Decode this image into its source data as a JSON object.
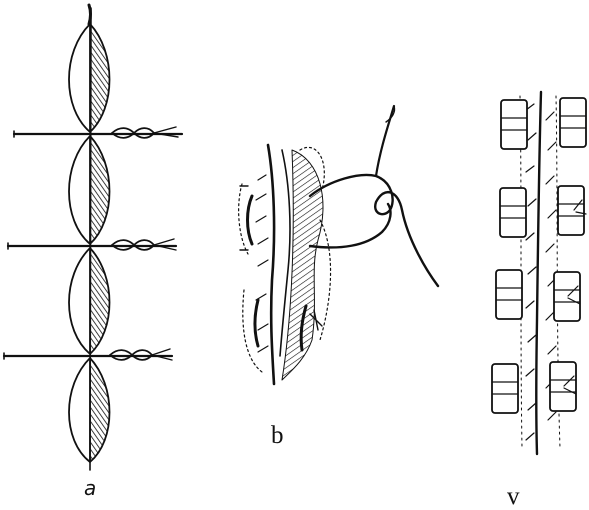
{
  "panels": [
    {
      "id": "a",
      "caption": "a",
      "count": 3
    },
    {
      "id": "b",
      "caption": "b"
    },
    {
      "id": "v",
      "caption": "v",
      "count": 4
    }
  ],
  "colors": {
    "ink": "#111111",
    "background": "#ffffff"
  }
}
